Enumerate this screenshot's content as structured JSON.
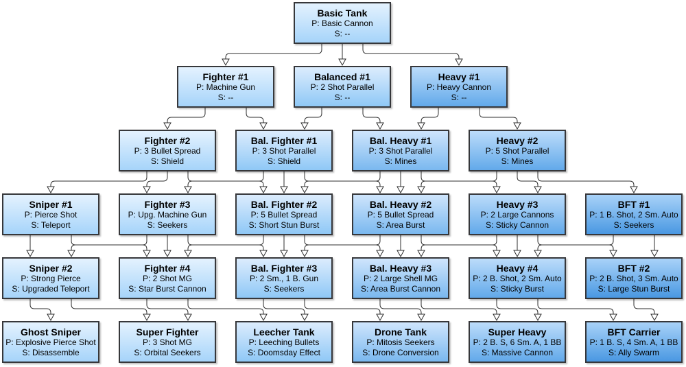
{
  "nodes": [
    {
      "id": "basic",
      "title": "Basic Tank",
      "p": "P: Basic Cannon",
      "s": "S: --",
      "tier": 0
    },
    {
      "id": "fighter1",
      "title": "Fighter #1",
      "p": "P: Machine Gun",
      "s": "S: --",
      "tier": 0
    },
    {
      "id": "balanced1",
      "title": "Balanced #1",
      "p": "P: 2 Shot Parallel",
      "s": "S: --",
      "tier": 1
    },
    {
      "id": "heavy1",
      "title": "Heavy #1",
      "p": "P: Heavy Cannon",
      "s": "S: --",
      "tier": 3
    },
    {
      "id": "fighter2",
      "title": "Fighter #2",
      "p": "P: 3 Bullet Spread",
      "s": "S: Shield",
      "tier": 0
    },
    {
      "id": "balfighter1",
      "title": "Bal. Fighter #1",
      "p": "P: 3 Shot Parallel",
      "s": "S: Shield",
      "tier": 1
    },
    {
      "id": "balheavy1",
      "title": "Bal. Heavy #1",
      "p": "P: 3 Shot Parallel",
      "s": "S: Mines",
      "tier": 2
    },
    {
      "id": "heavy2",
      "title": "Heavy #2",
      "p": "P: 5 Shot Parallel",
      "s": "S: Mines",
      "tier": 3
    },
    {
      "id": "sniper1",
      "title": "Sniper #1",
      "p": "P: Pierce Shot",
      "s": "S: Teleport",
      "tier": 0
    },
    {
      "id": "fighter3",
      "title": "Fighter #3",
      "p": "P: Upg. Machine Gun",
      "s": "S: Seekers",
      "tier": 0
    },
    {
      "id": "balfighter2",
      "title": "Bal. Fighter #2",
      "p": "P: 5 Bullet Spread",
      "s": "S: Short Stun Burst",
      "tier": 1
    },
    {
      "id": "balheavy2",
      "title": "Bal. Heavy #2",
      "p": "P: 5 Bullet Spread",
      "s": "S: Area Burst",
      "tier": 2
    },
    {
      "id": "heavy3",
      "title": "Heavy #3",
      "p": "P: 2 Large Cannons",
      "s": "S: Sticky Cannon",
      "tier": 3
    },
    {
      "id": "bft1",
      "title": "BFT #1",
      "p": "P: 1 B. Shot, 2 Sm. Auto",
      "s": "S: Seekers",
      "tier": 4
    },
    {
      "id": "sniper2",
      "title": "Sniper #2",
      "p": "P: Strong Pierce",
      "s": "S: Upgraded Teleport",
      "tier": 0
    },
    {
      "id": "fighter4",
      "title": "Fighter #4",
      "p": "P: 2 Shot MG",
      "s": "S: Star Burst Cannon",
      "tier": 0
    },
    {
      "id": "balfighter3",
      "title": "Bal. Fighter #3",
      "p": "P: 2 Sm., 1 B. Gun",
      "s": "S: Seekers",
      "tier": 1
    },
    {
      "id": "balheavy3",
      "title": "Bal. Heavy #3",
      "p": "P: 2 Large Shell MG",
      "s": "S: Area Burst Cannon",
      "tier": 2
    },
    {
      "id": "heavy4",
      "title": "Heavy #4",
      "p": "P: 2 B. Shot, 2 Sm. Auto",
      "s": "S: Sticky Burst",
      "tier": 3
    },
    {
      "id": "bft2",
      "title": "BFT #2",
      "p": "P: 2 B. Shot, 3 Sm. Auto",
      "s": "S: Large Stun Burst",
      "tier": 4
    },
    {
      "id": "ghostsniper",
      "title": "Ghost Sniper",
      "p": "P: Explosive Pierce Shot",
      "s": "S: Disassemble",
      "tier": 0
    },
    {
      "id": "superfighter",
      "title": "Super Fighter",
      "p": "P: 3 Shot MG",
      "s": "S: Orbital Seekers",
      "tier": 0
    },
    {
      "id": "leecher",
      "title": "Leecher Tank",
      "p": "P: Leeching Bullets",
      "s": "S: Doomsday Effect",
      "tier": 1
    },
    {
      "id": "drone",
      "title": "Drone Tank",
      "p": "P: Mitosis Seekers",
      "s": "S: Drone Conversion",
      "tier": 2
    },
    {
      "id": "superheavy",
      "title": "Super Heavy",
      "p": "P: 2 B. S, 6 Sm. A, 1 BB",
      "s": "S: Massive Cannon",
      "tier": 3
    },
    {
      "id": "bftcarrier",
      "title": "BFT Carrier",
      "p": "P: 1 B. S, 4 Sm. A, 1 BB",
      "s": "S: Ally Swarm",
      "tier": 4
    }
  ],
  "edges": [
    [
      "basic",
      "fighter1"
    ],
    [
      "basic",
      "balanced1"
    ],
    [
      "basic",
      "heavy1"
    ],
    [
      "fighter1",
      "fighter2"
    ],
    [
      "fighter1",
      "balfighter1"
    ],
    [
      "balanced1",
      "balfighter1"
    ],
    [
      "balanced1",
      "balheavy1"
    ],
    [
      "heavy1",
      "balheavy1"
    ],
    [
      "heavy1",
      "heavy2"
    ],
    [
      "fighter2",
      "sniper1"
    ],
    [
      "fighter2",
      "fighter3"
    ],
    [
      "fighter2",
      "balfighter2"
    ],
    [
      "balfighter1",
      "fighter3"
    ],
    [
      "balfighter1",
      "balfighter2"
    ],
    [
      "balfighter1",
      "balheavy2"
    ],
    [
      "balheavy1",
      "balfighter2"
    ],
    [
      "balheavy1",
      "balheavy2"
    ],
    [
      "balheavy1",
      "heavy3"
    ],
    [
      "heavy2",
      "balheavy2"
    ],
    [
      "heavy2",
      "heavy3"
    ],
    [
      "heavy2",
      "bft1"
    ],
    [
      "sniper1",
      "sniper2"
    ],
    [
      "sniper1",
      "fighter4"
    ],
    [
      "fighter3",
      "sniper2"
    ],
    [
      "fighter3",
      "fighter4"
    ],
    [
      "fighter3",
      "balfighter3"
    ],
    [
      "balfighter2",
      "fighter4"
    ],
    [
      "balfighter2",
      "balfighter3"
    ],
    [
      "balfighter2",
      "balheavy3"
    ],
    [
      "balheavy2",
      "balfighter3"
    ],
    [
      "balheavy2",
      "balheavy3"
    ],
    [
      "balheavy2",
      "heavy4"
    ],
    [
      "heavy3",
      "balheavy3"
    ],
    [
      "heavy3",
      "heavy4"
    ],
    [
      "heavy3",
      "bft2"
    ],
    [
      "bft1",
      "heavy4"
    ],
    [
      "bft1",
      "bft2"
    ],
    [
      "sniper2",
      "ghostsniper"
    ],
    [
      "sniper2",
      "superfighter"
    ],
    [
      "fighter4",
      "superfighter"
    ],
    [
      "fighter4",
      "leecher"
    ],
    [
      "balfighter3",
      "leecher"
    ],
    [
      "balfighter3",
      "drone"
    ],
    [
      "balheavy3",
      "drone"
    ],
    [
      "balheavy3",
      "superheavy"
    ],
    [
      "heavy4",
      "superheavy"
    ],
    [
      "heavy4",
      "bftcarrier"
    ],
    [
      "bft2",
      "bftcarrier"
    ]
  ],
  "palette": {
    "tier_fill_top": [
      "#e4f2fe",
      "#dcecfd",
      "#cfe5fc",
      "#bcdcfa",
      "#a8d2f8"
    ],
    "tier_fill_bottom": [
      "#a6d4fa",
      "#8fc8f6",
      "#7ab8ef",
      "#62a9ea",
      "#4a98e2"
    ],
    "border": "#36373a",
    "line": "#2c2c2c"
  }
}
